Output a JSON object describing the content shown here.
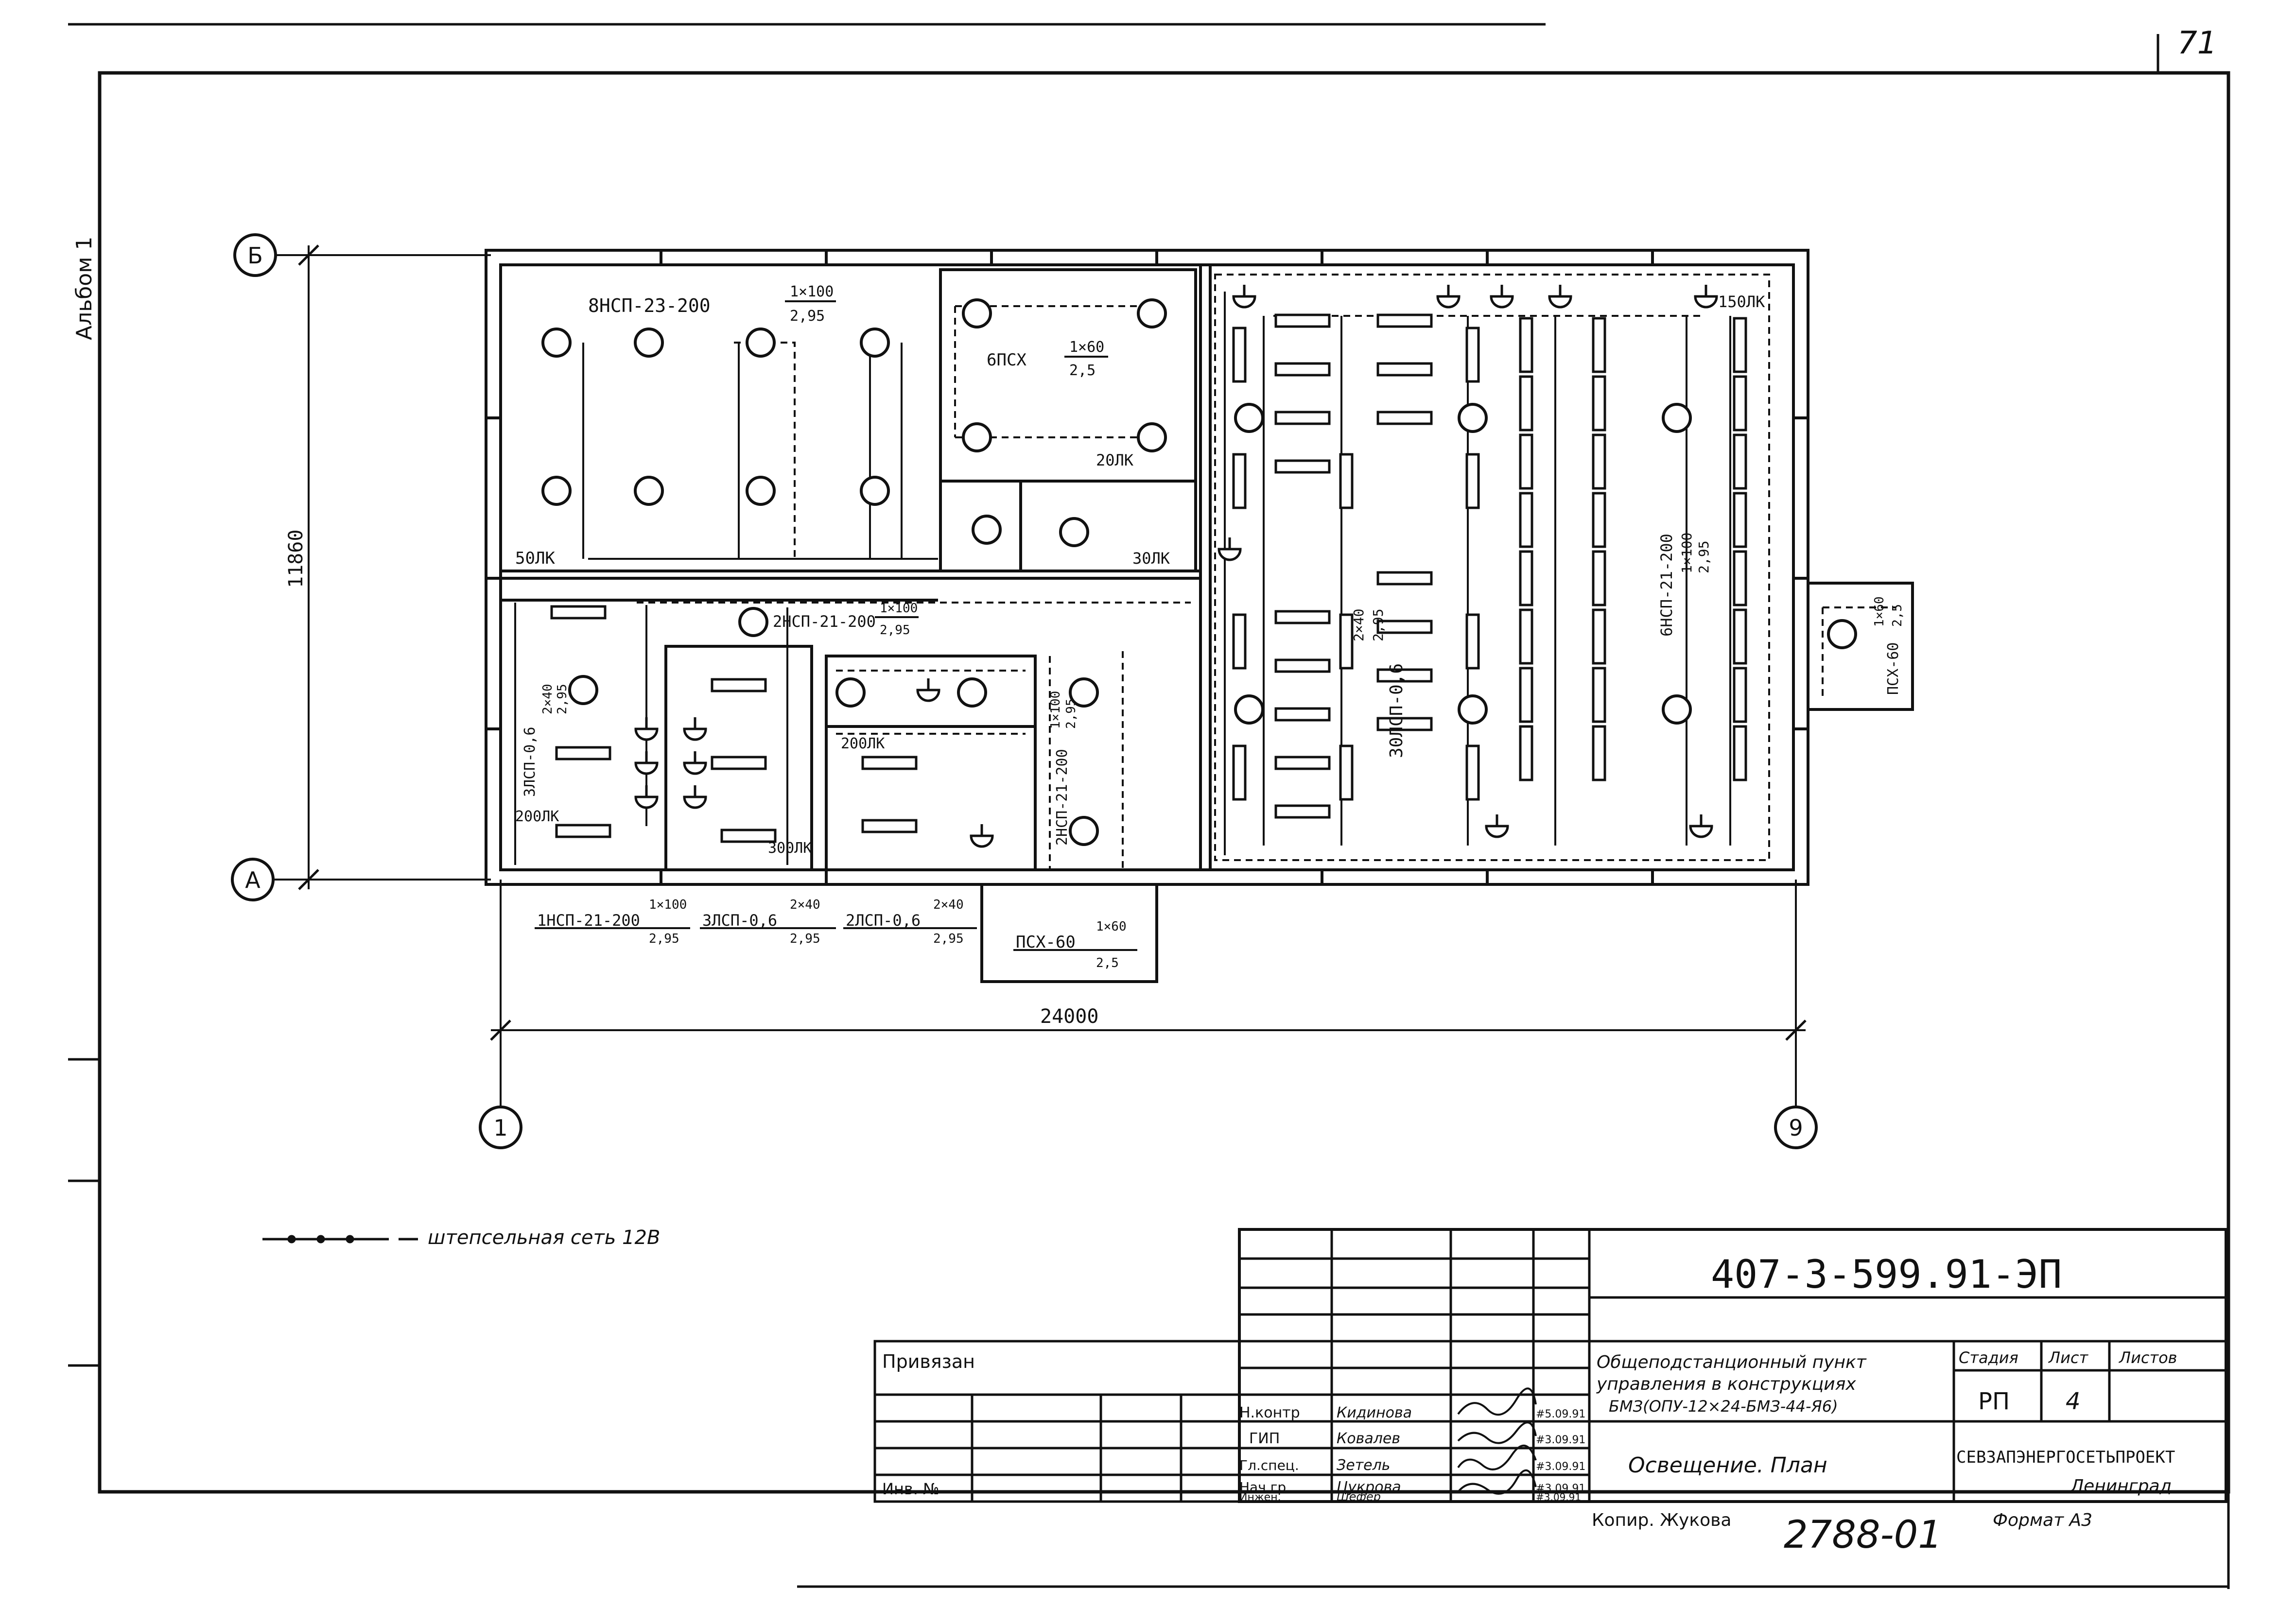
{
  "sheet": {
    "corner_number": "71",
    "album": "Альбом 1",
    "legend_text": "штепсельная сеть 12В"
  },
  "plan": {
    "axis_labels": {
      "b": "Б",
      "a": "А",
      "one": "1",
      "nine": "9"
    },
    "dimensions": {
      "height": "11860",
      "width": "24000"
    },
    "lux": {
      "r1": "50ЛК",
      "r2": "20ЛК",
      "r3": "30ЛК",
      "r4": "150ЛК",
      "r5": "200ЛК",
      "r6": "300ЛК",
      "r7": "200ЛК"
    },
    "fixtures": {
      "f1": "8НСП-23-200",
      "f1v": {
        "top": "1×100",
        "bottom": "2,95"
      },
      "f2": "6ПСХ",
      "f2v": {
        "top": "1×60",
        "bottom": "2,5"
      },
      "f3": "2НСП-21-200",
      "f3v": {
        "top": "1×100",
        "bottom": "2,95"
      },
      "f4": "3ЛСП-0,6",
      "f4v": {
        "top": "2×40",
        "bottom": "2,95"
      },
      "f5": "2НСП-21-200",
      "f5v": {
        "top": "1×100",
        "bottom": "2,95"
      },
      "f6": "30ЛСП-0,6",
      "f6v": {
        "top": "2×40",
        "bottom": "2,95"
      },
      "f7": "6НСП-21-200",
      "f7v": {
        "top": "1×100",
        "bottom": "2,95"
      },
      "f8": "ПСХ-60",
      "f8v": {
        "top": "1×60",
        "bottom": "2,5"
      }
    },
    "bottom_labels": {
      "l1": "1НСП-21-200",
      "l1v": {
        "top": "1×100",
        "bottom": "2,95"
      },
      "l2": "3ЛСП-0,6",
      "l2v": {
        "top": "2×40",
        "bottom": "2,95"
      },
      "l3": "2ЛСП-0,6",
      "l3v": {
        "top": "2×40",
        "bottom": "2,95"
      },
      "l4": "ПСХ-60",
      "l4v": {
        "top": "1×60",
        "bottom": "2,5"
      }
    }
  },
  "title_block": {
    "doc_code": "407-3-599.91-ЭП",
    "bound_label": "Привязан",
    "inv_label": "Инв. №",
    "roles": [
      {
        "role": "Н.контр",
        "name": "Кидинова",
        "date": "#5.09.91"
      },
      {
        "role": "ГИП",
        "name": "Ковалев",
        "date": "#3.09.91"
      },
      {
        "role": "Гл.спец.",
        "name": "Зетель",
        "date": "#3.09.91"
      },
      {
        "role": "Нач.гр.",
        "name": "Цукрова",
        "date": "#3.09.91"
      },
      {
        "role": "Инжен.",
        "name": "Шефер",
        "date": "#3.09.91"
      }
    ],
    "project_line1": "Общеподстанционный пункт",
    "project_line2": "управления в конструкциях",
    "project_line3": "БМЗ(ОПУ-12×24-БМЗ-44-Я6)",
    "sheet_title": "Освещение. План",
    "stage_header": "Стадия",
    "sheet_header": "Лист",
    "sheets_header": "Листов",
    "stage": "РП",
    "sheet_no": "4",
    "org": "СЕВЗАПЭНЕРГОСЕТЬПРОЕКТ",
    "city": "Ленинград",
    "copied": "Копир. Жукова",
    "format": "Формат А3",
    "stamp": "2788-01"
  }
}
